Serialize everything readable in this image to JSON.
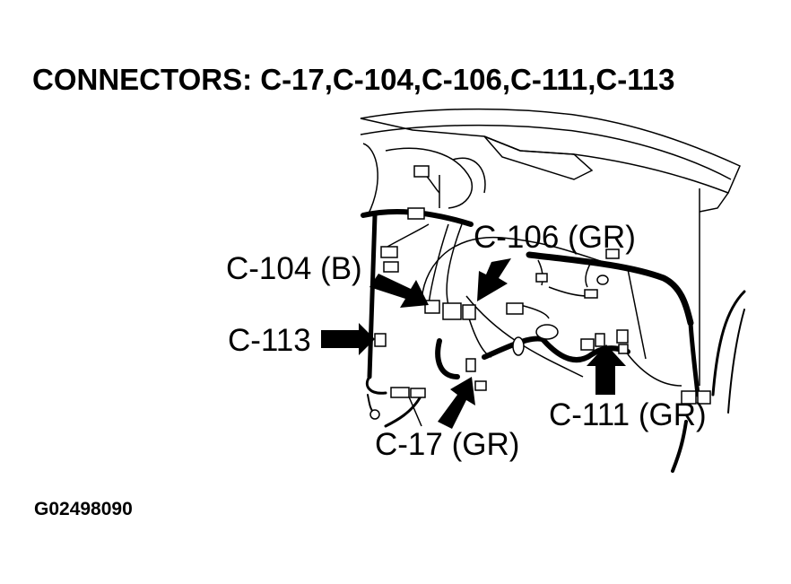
{
  "title": "CONNECTORS: C-17,C-104,C-106,C-111,C-113",
  "figure_id": "G02498090",
  "callouts": {
    "c106": "C-106 (GR)",
    "c104": "C-104 (B)",
    "c113": "C-113",
    "c111": "C-111 (GR)",
    "c17": "C-17 (GR)"
  },
  "colors": {
    "line": "#000000",
    "background": "#ffffff"
  }
}
